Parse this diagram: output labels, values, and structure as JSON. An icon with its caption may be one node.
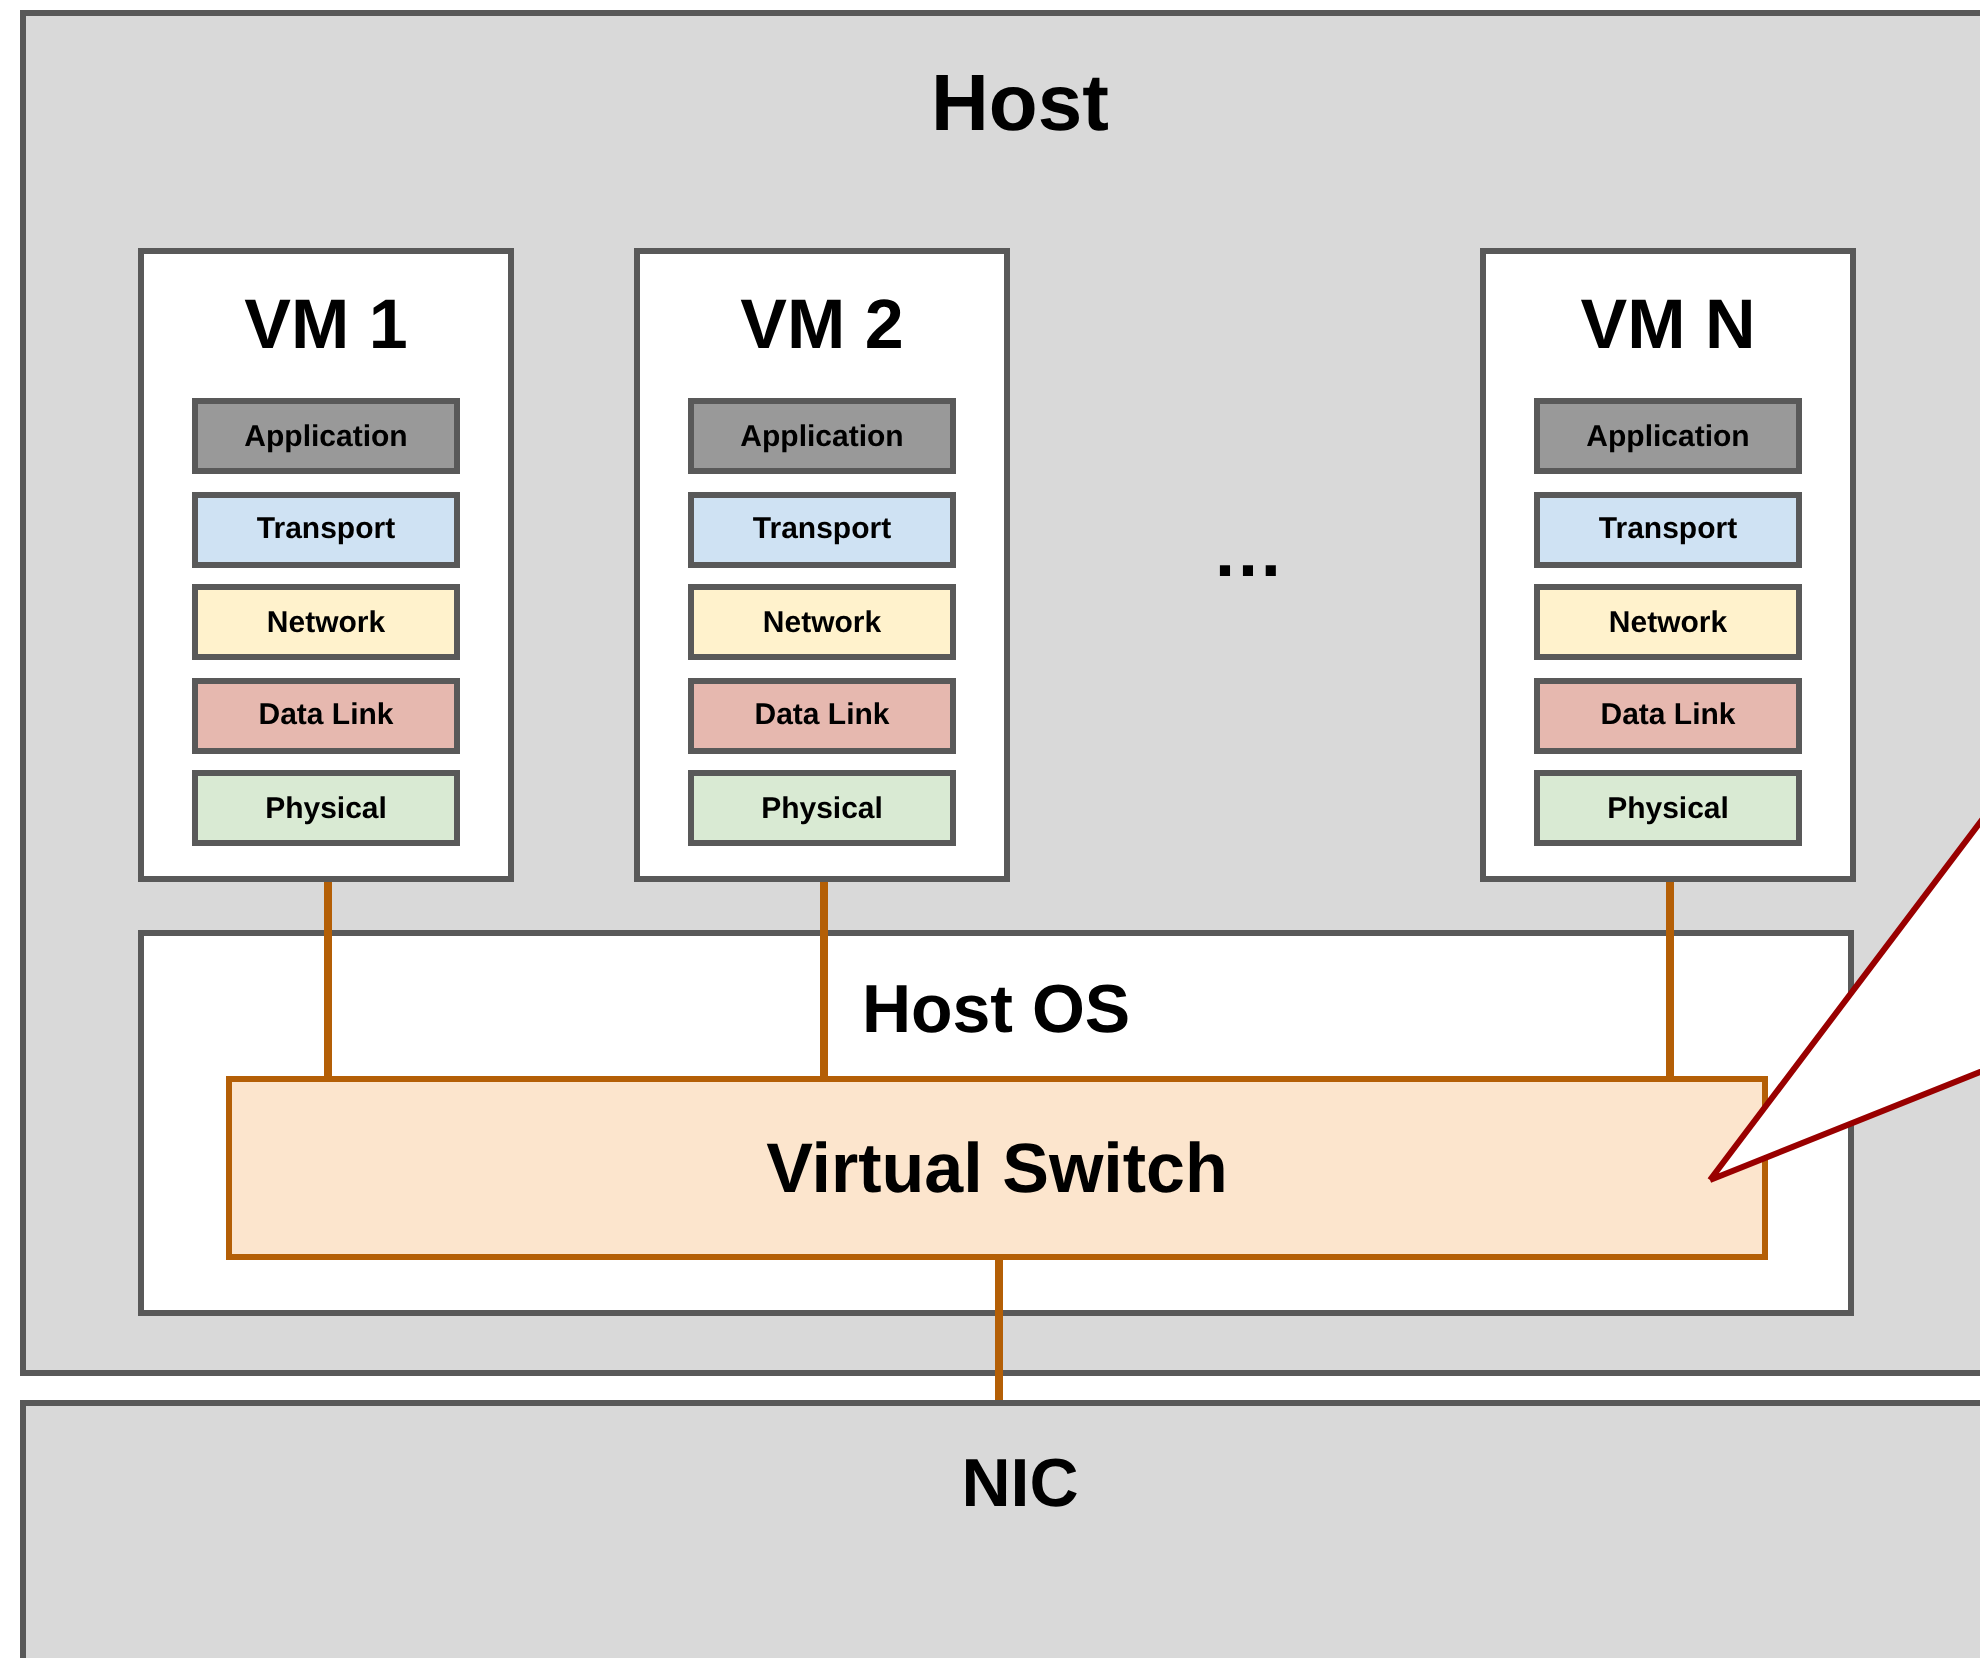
{
  "diagram": {
    "nodes": [
      {
        "text": [
          "Host"
        ]
      },
      {
        "text": [
          "VM 1"
        ],
        "in": 0
      },
      {
        "text": [
          "Application"
        ],
        "in": 1
      },
      {
        "text": [
          "Transport"
        ],
        "in": 1
      },
      {
        "text": [
          "Network"
        ],
        "in": 1
      },
      {
        "text": [
          "Data Link"
        ],
        "in": 1
      },
      {
        "text": [
          "Physical"
        ],
        "in": 1
      },
      {
        "text": [
          "VM 2"
        ],
        "in": 0
      },
      {
        "text": [
          "Application"
        ],
        "in": 7
      },
      {
        "text": [
          "Transport"
        ],
        "in": 7
      },
      {
        "text": [
          "Network"
        ],
        "in": 7
      },
      {
        "text": [
          "Data Link"
        ],
        "in": 7
      },
      {
        "text": [
          "Physical"
        ],
        "in": 7
      },
      {
        "text": [
          "VM N"
        ],
        "in": 0
      },
      {
        "text": [
          "Application"
        ],
        "in": 13
      },
      {
        "text": [
          "Transport"
        ],
        "in": 13
      },
      {
        "text": [
          "Network"
        ],
        "in": 13
      },
      {
        "text": [
          "Data Link"
        ],
        "in": 13
      },
      {
        "text": [
          "Physical"
        ],
        "in": 13
      },
      {
        "text": [
          "Host OS"
        ],
        "in": 0
      },
      {
        "text": [
          "Virtual Switch"
        ],
        "in": 19
      },
      {
        "text": [
          "NIC"
        ]
      }
    ],
    "edges": [
      {
        "from": 1,
        "to": 20,
        "arrow": "none"
      },
      {
        "from": 7,
        "to": 20,
        "arrow": "none"
      },
      {
        "from": 13,
        "to": 20,
        "arrow": "none"
      },
      {
        "from": 20,
        "to": 21,
        "arrow": "none"
      },
      {
        "from": null,
        "to": 20,
        "arrow": "none",
        "color": "#990000"
      }
    ],
    "labels": [
      "…"
    ]
  }
}
